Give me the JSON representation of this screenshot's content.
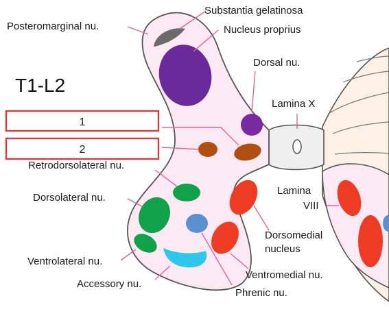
{
  "segment_label": "T1-L2",
  "answer_boxes": [
    {
      "number": "1"
    },
    {
      "number": "2"
    }
  ],
  "labels": {
    "substantia_gelatinosa": "Substantia gelatinosa",
    "posteromarginal": "Posteromarginal nu.",
    "nucleus_proprius": "Nucleus proprius",
    "dorsal": "Dorsal nu.",
    "lamina_x": "Lamina X",
    "retrodorsolateral": "Retrodorsolateral nu.",
    "dorsolateral": "Dorsolateral nu.",
    "lamina_viii_line1": "Lamina",
    "lamina_viii_line2": "VIII",
    "dorsomedial_line1": "Dorsomedial",
    "dorsomedial_line2": "nucleus",
    "ventrolateral": "Ventrolateral nu.",
    "ventromedial": "Ventromedial nu.",
    "accessory": "Accessory nu.",
    "phrenic": "Phrenic nu."
  },
  "colors": {
    "gray_matter": "#fbe9f3",
    "white_matter_stripes": "#fdf1e6",
    "outline": "#555555",
    "leader": "#e8609a",
    "substantia_gelatinosa": "#6b6b6b",
    "nucleus_proprius": "#6a2a9a",
    "dorsal_nucleus": "#7a2aa0",
    "brown_nuclei": "#b04e12",
    "green_nuclei": "#11a14a",
    "red_nuclei": "#ee3b24",
    "phrenic": "#5b8fd0",
    "accessory": "#2ec6ea",
    "box_border": "#d93a3a"
  }
}
